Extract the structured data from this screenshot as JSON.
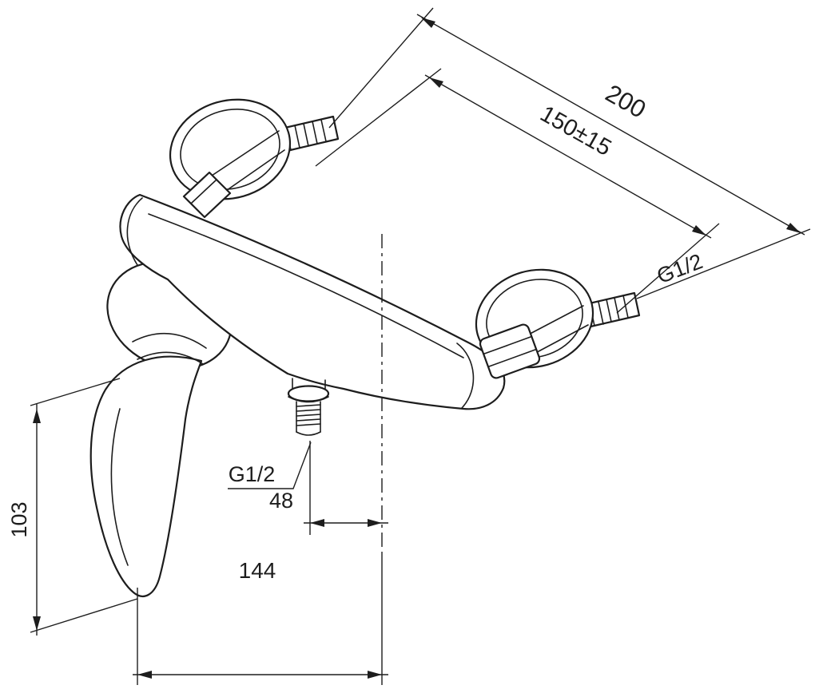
{
  "drawing": {
    "type": "technical-dimension-drawing",
    "subject": "wall-mounted shower mixer tap",
    "background_color": "#ffffff",
    "line_color": "#1d1d1d",
    "labels": {
      "dim_overall_span": "200",
      "dim_mounting_centers": "150±15",
      "wall_thread_size": "G1/2",
      "outlet_thread_size": "G1/2",
      "dim_outlet_offset": "48",
      "dim_body_width": "144",
      "dim_handle_height": "103"
    }
  }
}
